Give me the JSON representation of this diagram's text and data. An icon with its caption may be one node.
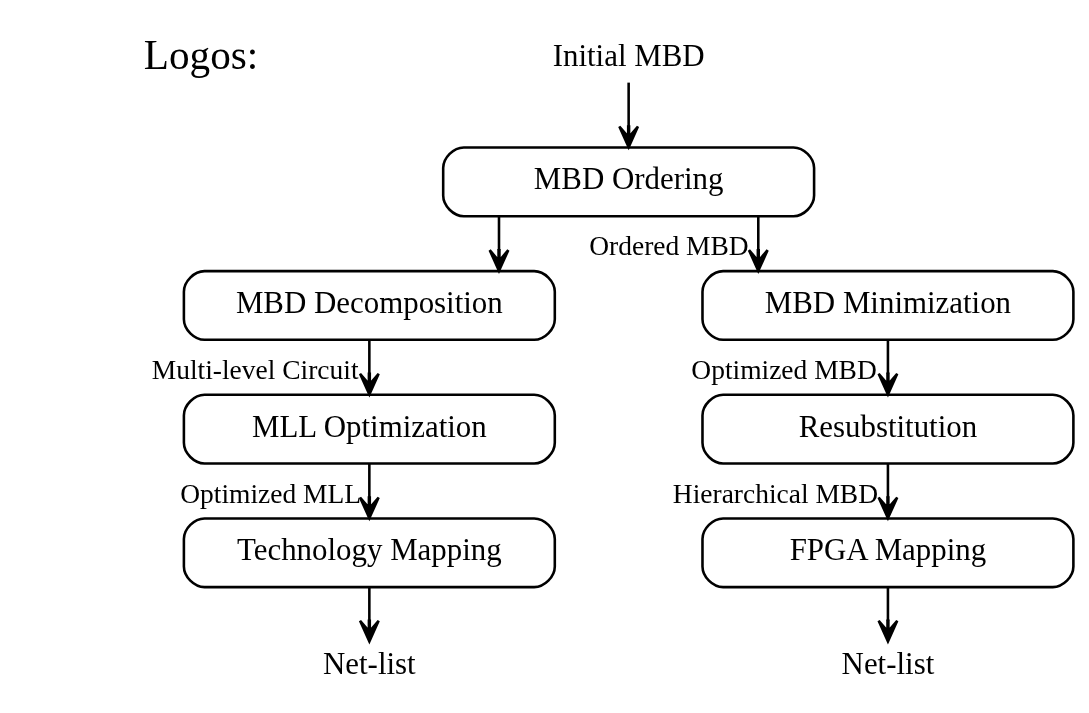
{
  "diagram": {
    "nodes": [
      {
        "text": [
          "Initial MBD"
        ]
      },
      {
        "text": [
          "MBD Ordering"
        ]
      },
      {
        "text": [
          "MBD Decomposition"
        ]
      },
      {
        "text": [
          "MLL Optimization"
        ]
      },
      {
        "text": [
          "Technology Mapping"
        ]
      },
      {
        "text": [
          "Net-list"
        ]
      },
      {
        "text": [
          "MBD Minimization"
        ]
      },
      {
        "text": [
          "Resubstitution"
        ]
      },
      {
        "text": [
          "FPGA Mapping"
        ]
      },
      {
        "text": [
          "Net-list"
        ]
      }
    ],
    "edges": [
      {
        "from": 0,
        "to": 1,
        "arrow": "to"
      },
      {
        "from": 1,
        "to": 2,
        "arrow": "to"
      },
      {
        "from": 1,
        "to": 6,
        "arrow": "to",
        "label": "Ordered MBD"
      },
      {
        "from": 2,
        "to": 3,
        "arrow": "to",
        "label": "Multi-level Circuit"
      },
      {
        "from": 3,
        "to": 4,
        "arrow": "to",
        "label": "Optimized MLL"
      },
      {
        "from": 4,
        "to": 5,
        "arrow": "to"
      },
      {
        "from": 6,
        "to": 7,
        "arrow": "to",
        "label": "Optimized MBD"
      },
      {
        "from": 7,
        "to": 8,
        "arrow": "to",
        "label": "Hierarchical MBD"
      },
      {
        "from": 8,
        "to": 9,
        "arrow": "to"
      }
    ],
    "labels": [
      "Logos:"
    ]
  }
}
